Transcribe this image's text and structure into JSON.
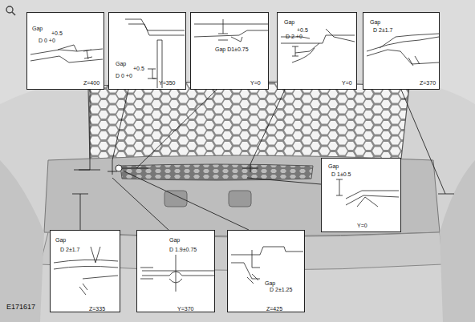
{
  "diagram": {
    "nodes": [
      {
        "text": [
          "Gap",
          "+0.5",
          "D 0 +0",
          "Z=400"
        ]
      },
      {
        "text": [
          "Gap",
          "+0.5",
          "D 0 +0",
          "Y=350"
        ]
      },
      {
        "text": [
          "Gap D1±0.75",
          "Y=0"
        ]
      },
      {
        "text": [
          "Gap",
          "+0.5",
          "D 2 +0",
          "Y=0"
        ]
      },
      {
        "text": [
          "Gap",
          "D 2±1.7",
          "Z=370"
        ]
      },
      {
        "text": [
          "Gap",
          "D 1±0.5",
          "Y=0"
        ]
      },
      {
        "text": [
          "Gap",
          "D 2±1.7",
          "Z=335"
        ]
      },
      {
        "text": [
          "Gap",
          "D 1.9±0.75",
          "Y=370"
        ]
      },
      {
        "text": [
          "Gap",
          "D 2±1.25",
          "Z=425"
        ]
      }
    ],
    "labels": [
      "E171617"
    ]
  }
}
